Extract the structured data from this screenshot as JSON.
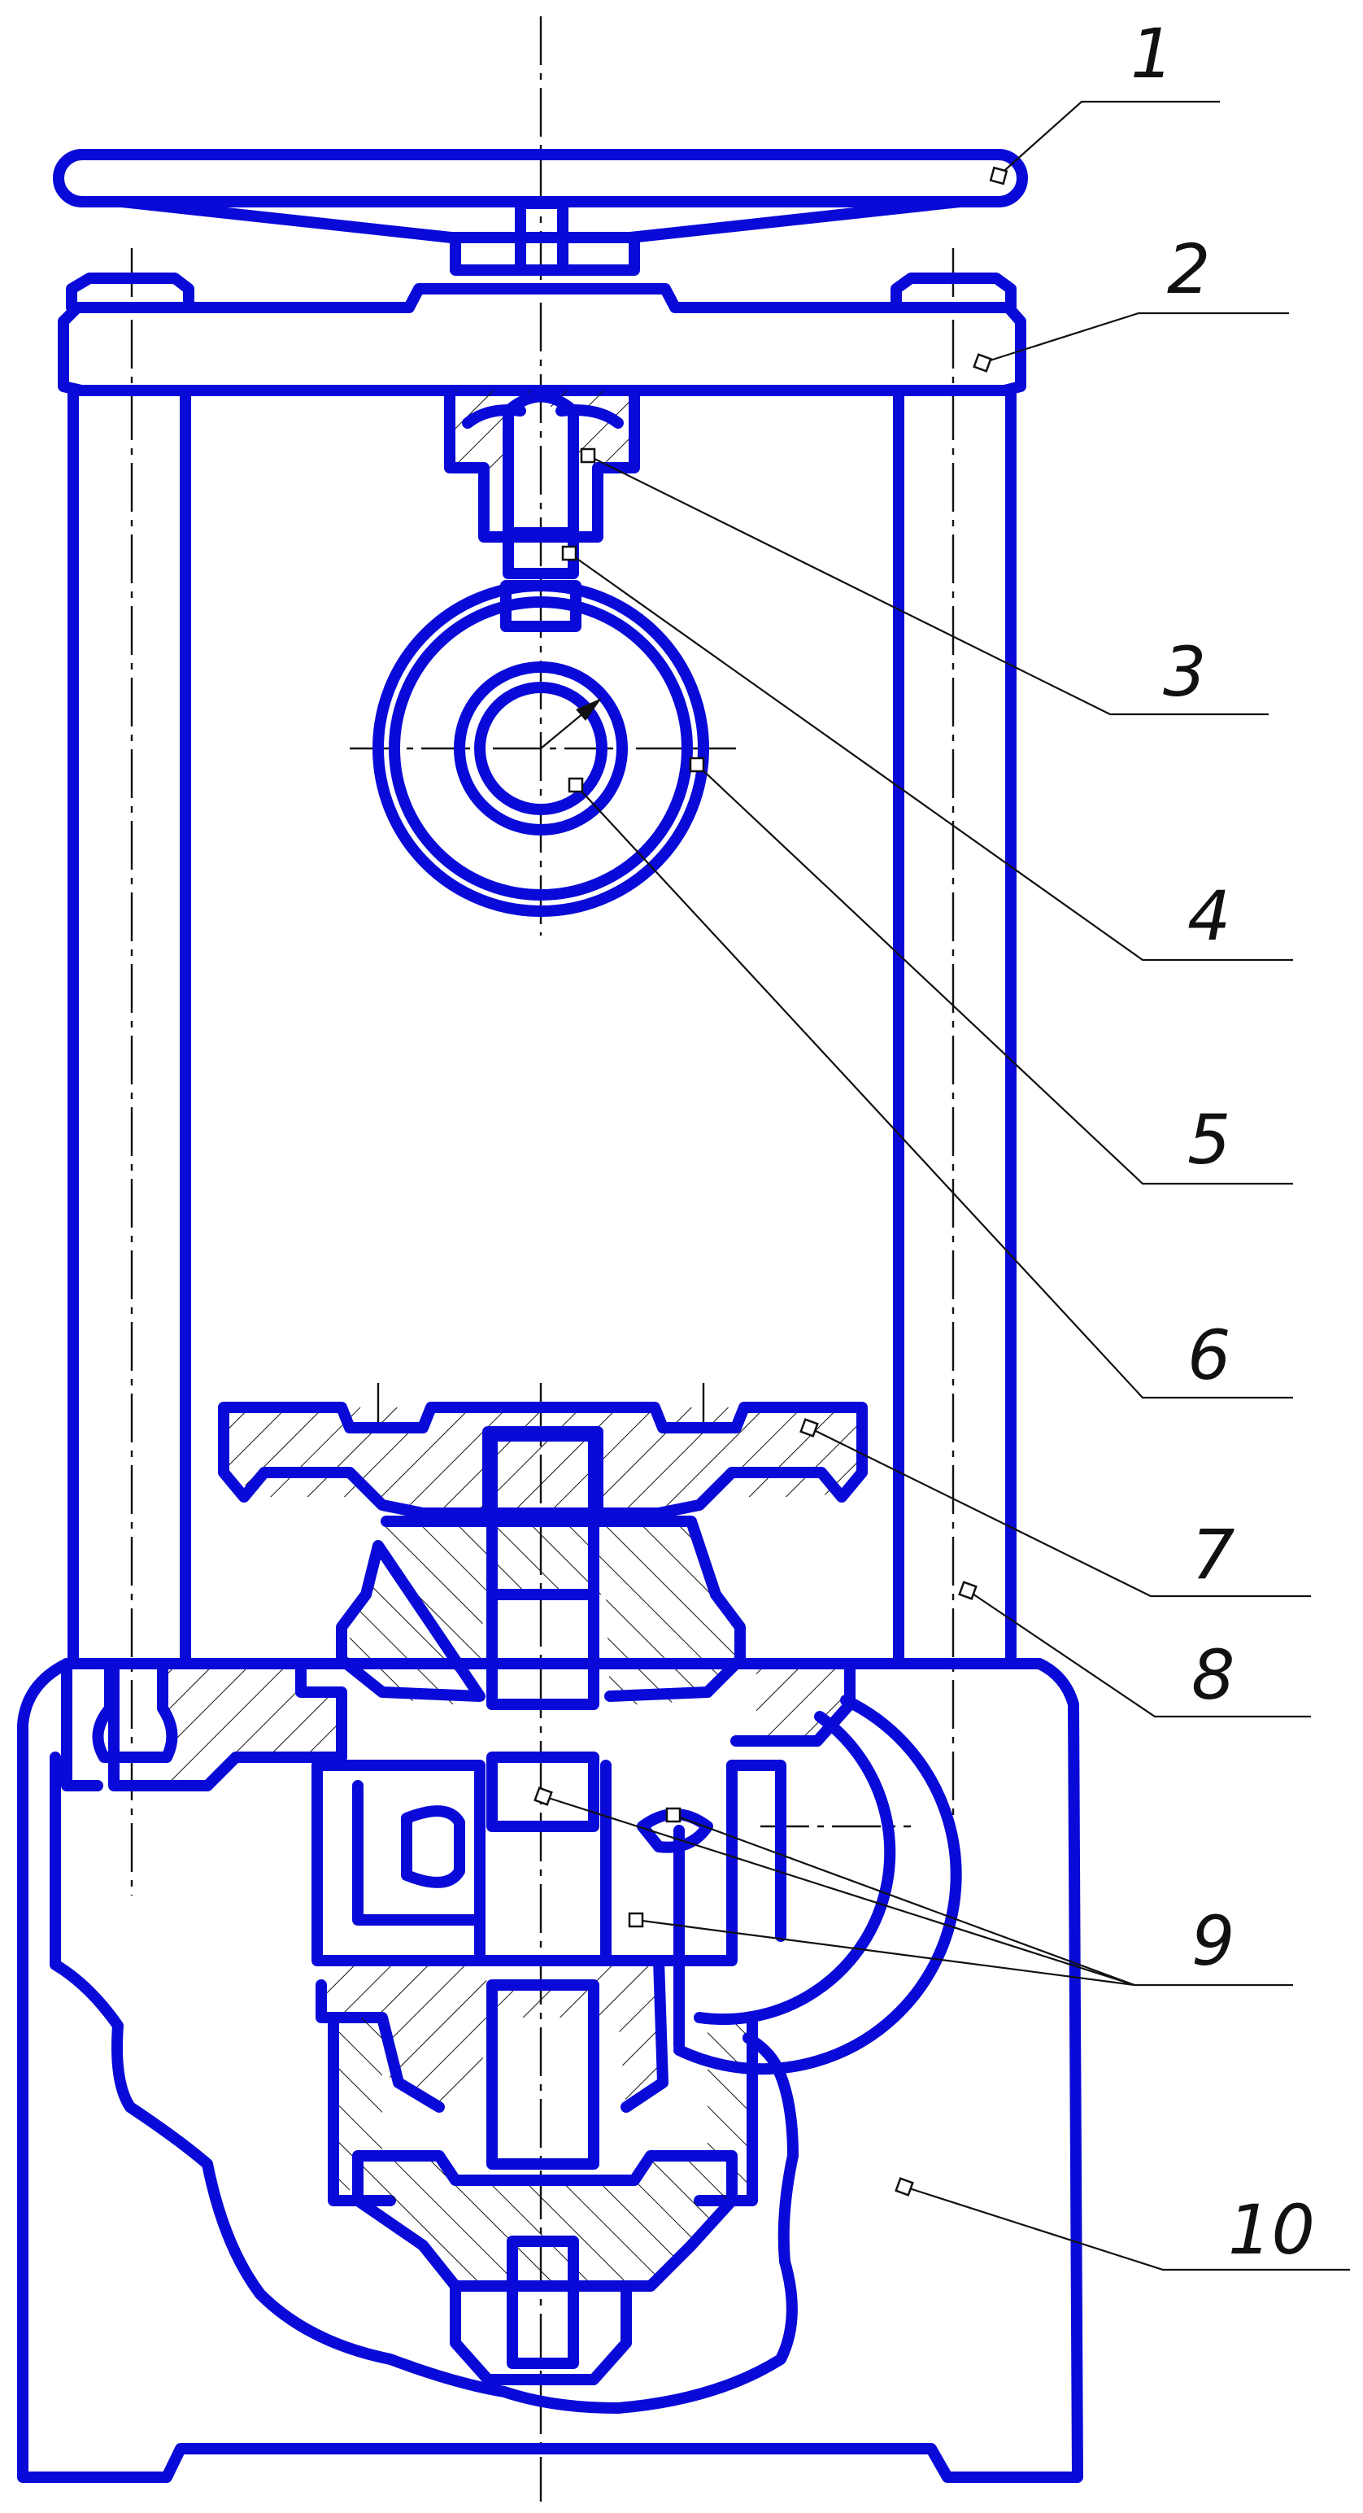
{
  "callouts": [
    {
      "number": "1"
    },
    {
      "number": "2"
    },
    {
      "number": "3"
    },
    {
      "number": "4"
    },
    {
      "number": "5"
    },
    {
      "number": "6"
    },
    {
      "number": "7"
    },
    {
      "number": "8"
    },
    {
      "number": "9"
    },
    {
      "number": "10"
    }
  ],
  "colors": {
    "part_outline": "#0a0ad8",
    "leader_line": "#111111",
    "background": "#ffffff"
  }
}
